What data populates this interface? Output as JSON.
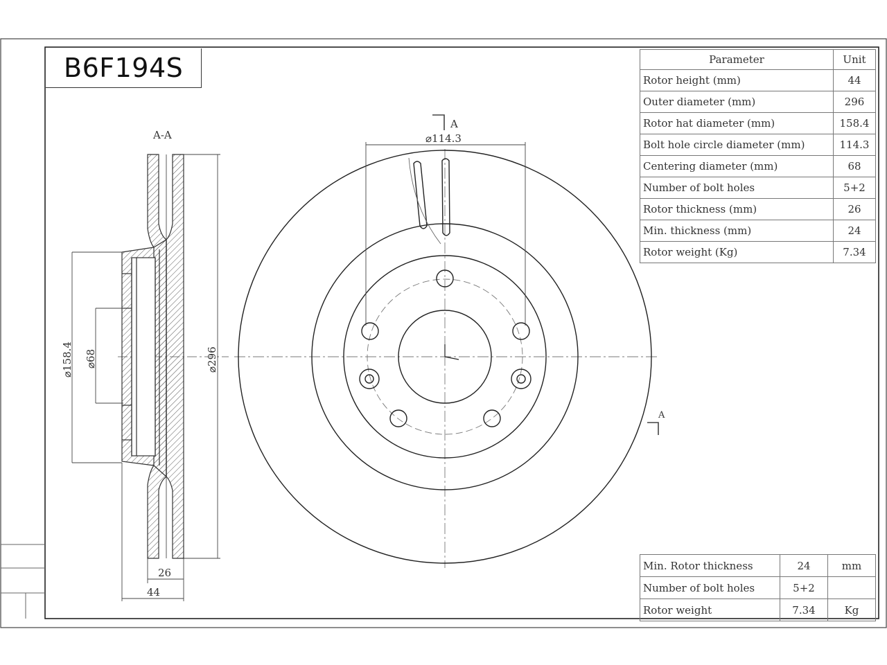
{
  "title": "B6F194S",
  "section": {
    "label": "A-A",
    "dims": {
      "hat_diameter": "⌀158.4",
      "centering": "⌀68",
      "outer": "⌀296",
      "thickness": "26",
      "height": "44"
    }
  },
  "front": {
    "section_marker": "A",
    "bolt_circle": "⌀114.3"
  },
  "parameters": {
    "header": [
      "Parameter",
      "Unit"
    ],
    "rows": [
      {
        "name": "Rotor height (mm)",
        "value": "44"
      },
      {
        "name": "Outer diameter (mm)",
        "value": "296"
      },
      {
        "name": "Rotor hat diameter (mm)",
        "value": "158.4"
      },
      {
        "name": "Bolt hole circle diameter (mm)",
        "value": "114.3"
      },
      {
        "name": "Centering diameter (mm)",
        "value": "68"
      },
      {
        "name": "Number of bolt holes",
        "value": "5+2"
      },
      {
        "name": "Rotor thickness (mm)",
        "value": "26"
      },
      {
        "name": "Min. thickness (mm)",
        "value": "24"
      },
      {
        "name": "Rotor weight (Kg)",
        "value": "7.34"
      }
    ]
  },
  "summary": {
    "rows": [
      {
        "name": "Min. Rotor thickness",
        "value": "24",
        "unit": "mm"
      },
      {
        "name": "Number of bolt holes",
        "value": "5+2",
        "unit": ""
      },
      {
        "name": "Rotor weight",
        "value": "7.34",
        "unit": "Kg"
      }
    ]
  }
}
